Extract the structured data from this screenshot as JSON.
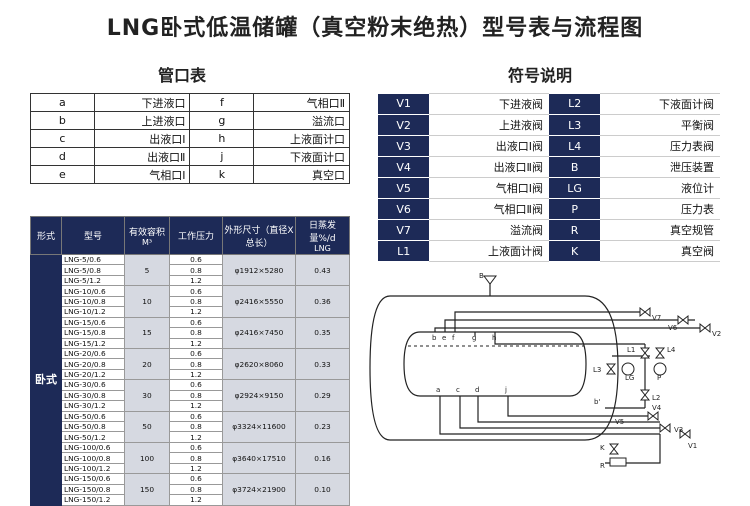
{
  "title": "LNG卧式低温储罐（真空粉末绝热）型号表与流程图",
  "ports_heading": "管口表",
  "legend_heading": "符号说明",
  "ports": [
    [
      "a",
      "下进液口",
      "f",
      "气相口Ⅱ"
    ],
    [
      "b",
      "上进液口",
      "g",
      "溢流口"
    ],
    [
      "c",
      "出液口Ⅰ",
      "h",
      "上液面计口"
    ],
    [
      "d",
      "出液口Ⅱ",
      "j",
      "下液面计口"
    ],
    [
      "e",
      "气相口Ⅰ",
      "k",
      "真空口"
    ]
  ],
  "legend": [
    [
      "V1",
      "下进液阀",
      "L2",
      "下液面计阀"
    ],
    [
      "V2",
      "上进液阀",
      "L3",
      "平衡阀"
    ],
    [
      "V3",
      "出液口Ⅰ阀",
      "L4",
      "压力表阀"
    ],
    [
      "V4",
      "出液口Ⅱ阀",
      "B",
      "泄压装置"
    ],
    [
      "V5",
      "气相口Ⅰ阀",
      "LG",
      "液位计"
    ],
    [
      "V6",
      "气相口Ⅱ阀",
      "P",
      "压力表"
    ],
    [
      "V7",
      "溢流阀",
      "R",
      "真空规管"
    ],
    [
      "L1",
      "上液面计阀",
      "K",
      "真空阀"
    ]
  ],
  "models_header": {
    "form": "形式",
    "model": "型号",
    "volume": "有效容积",
    "volume_unit": "M³",
    "pressure": "工作压力",
    "size": "外形尺寸（直径X总长）",
    "evap": "日蒸发量%/d",
    "evap_sub": "LNG"
  },
  "models_form": "卧式",
  "model_groups": [
    {
      "volume": "5",
      "size": "φ1912×5280",
      "evap": "0.43",
      "rows": [
        [
          "LNG-5/0.6",
          "0.6"
        ],
        [
          "LNG-5/0.8",
          "0.8"
        ],
        [
          "LNG-5/1.2",
          "1.2"
        ]
      ]
    },
    {
      "volume": "10",
      "size": "φ2416×5550",
      "evap": "0.36",
      "rows": [
        [
          "LNG-10/0.6",
          "0.6"
        ],
        [
          "LNG-10/0.8",
          "0.8"
        ],
        [
          "LNG-10/1.2",
          "1.2"
        ]
      ]
    },
    {
      "volume": "15",
      "size": "φ2416×7450",
      "evap": "0.35",
      "rows": [
        [
          "LNG-15/0.6",
          "0.6"
        ],
        [
          "LNG-15/0.8",
          "0.8"
        ],
        [
          "LNG-15/1.2",
          "1.2"
        ]
      ]
    },
    {
      "volume": "20",
      "size": "φ2620×8060",
      "evap": "0.33",
      "rows": [
        [
          "LNG-20/0.6",
          "0.6"
        ],
        [
          "LNG-20/0.8",
          "0.8"
        ],
        [
          "LNG-20/1.2",
          "1.2"
        ]
      ]
    },
    {
      "volume": "30",
      "size": "φ2924×9150",
      "evap": "0.29",
      "rows": [
        [
          "LNG-30/0.6",
          "0.6"
        ],
        [
          "LNG-30/0.8",
          "0.8"
        ],
        [
          "LNG-30/1.2",
          "1.2"
        ]
      ]
    },
    {
      "volume": "50",
      "size": "φ3324×11600",
      "evap": "0.23",
      "rows": [
        [
          "LNG-50/0.6",
          "0.6"
        ],
        [
          "LNG-50/0.8",
          "0.8"
        ],
        [
          "LNG-50/1.2",
          "1.2"
        ]
      ]
    },
    {
      "volume": "100",
      "size": "φ3640×17510",
      "evap": "0.16",
      "rows": [
        [
          "LNG-100/0.6",
          "0.6"
        ],
        [
          "LNG-100/0.8",
          "0.8"
        ],
        [
          "LNG-100/1.2",
          "1.2"
        ]
      ]
    },
    {
      "volume": "150",
      "size": "φ3724×21900",
      "evap": "0.10",
      "rows": [
        [
          "LNG-150/0.6",
          "0.6"
        ],
        [
          "LNG-150/0.8",
          "0.8"
        ],
        [
          "LNG-150/1.2",
          "1.2"
        ]
      ]
    }
  ],
  "diagram": {
    "inner_ports": [
      "b",
      "e",
      "f",
      "g",
      "h"
    ],
    "bottom_ports": [
      "a",
      "c",
      "d",
      "j"
    ],
    "valves": [
      "B",
      "V2",
      "V6",
      "V7",
      "L1",
      "L3",
      "L4",
      "LG",
      "P",
      "L2",
      "V4",
      "V3",
      "V1",
      "V5",
      "K",
      "R"
    ],
    "line_mark": "b'"
  }
}
